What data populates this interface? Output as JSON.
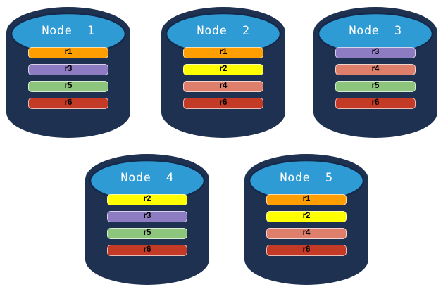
{
  "diagram": {
    "background_color": "#FFFFFF",
    "cylinder": {
      "body_color": "#1F3150",
      "top_color": "#2F9BD4",
      "top_outline_color": "#15294A",
      "label_color": "#FFFFFF"
    },
    "replica_colors": {
      "r1": "#FF9E00",
      "r2": "#FFFF00",
      "r3": "#8E7CC3",
      "r4": "#DD7F6B",
      "r5": "#8DC57C",
      "r6": "#C33A27"
    },
    "nodes": [
      {
        "label": "Node  1",
        "bars": [
          {
            "label": "r1",
            "color": "#FF9E00"
          },
          {
            "label": "r3",
            "color": "#8E7CC3"
          },
          {
            "label": "r5",
            "color": "#8DC57C"
          },
          {
            "label": "r6",
            "color": "#C33A27"
          }
        ]
      },
      {
        "label": "Node  2",
        "bars": [
          {
            "label": "r1",
            "color": "#FF9E00"
          },
          {
            "label": "r2",
            "color": "#FFFF00"
          },
          {
            "label": "r4",
            "color": "#DD7F6B"
          },
          {
            "label": "r6",
            "color": "#C33A27"
          }
        ]
      },
      {
        "label": "Node  3",
        "bars": [
          {
            "label": "r3",
            "color": "#8E7CC3"
          },
          {
            "label": "r4",
            "color": "#DD7F6B"
          },
          {
            "label": "r5",
            "color": "#8DC57C"
          },
          {
            "label": "r6",
            "color": "#C33A27"
          }
        ]
      },
      {
        "label": "Node  4",
        "bars": [
          {
            "label": "r2",
            "color": "#FFFF00"
          },
          {
            "label": "r3",
            "color": "#8E7CC3"
          },
          {
            "label": "r5",
            "color": "#8DC57C"
          },
          {
            "label": "r6",
            "color": "#C33A27"
          }
        ]
      },
      {
        "label": "Node  5",
        "bars": [
          {
            "label": "r1",
            "color": "#FF9E00"
          },
          {
            "label": "r2",
            "color": "#FFFF00"
          },
          {
            "label": "r4",
            "color": "#DD7F6B"
          },
          {
            "label": "r6",
            "color": "#C33A27"
          }
        ]
      }
    ]
  }
}
